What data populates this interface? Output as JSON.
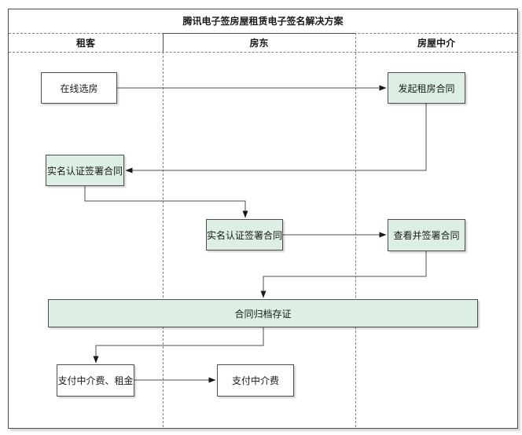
{
  "diagram": {
    "title": "腾讯电子签房屋租赁电子签名解决方案",
    "lanes": [
      {
        "label": "租客"
      },
      {
        "label": "房东"
      },
      {
        "label": "房屋中介"
      }
    ],
    "nodes": [
      {
        "id": "select-room",
        "label": "在线选房",
        "lane": "租客",
        "fill": "white"
      },
      {
        "id": "initiate-contract",
        "label": "发起租房合同",
        "lane": "房屋中介",
        "fill": "green"
      },
      {
        "id": "tenant-sign",
        "label": "实名认证签署合同",
        "lane": "租客",
        "fill": "green"
      },
      {
        "id": "landlord-sign",
        "label": "实名认证签署合同",
        "lane": "房东",
        "fill": "green"
      },
      {
        "id": "agency-sign",
        "label": "查看并签署合同",
        "lane": "房屋中介",
        "fill": "green"
      },
      {
        "id": "archive",
        "label": "合同归档存证",
        "lane": "全部",
        "fill": "green"
      },
      {
        "id": "tenant-pay",
        "label": "支付中介费、租金",
        "lane": "租客",
        "fill": "white"
      },
      {
        "id": "agency-fee-pay",
        "label": "支付中介费",
        "lane": "房东",
        "fill": "white"
      }
    ],
    "edges": [
      {
        "from": "select-room",
        "to": "initiate-contract"
      },
      {
        "from": "initiate-contract",
        "to": "tenant-sign"
      },
      {
        "from": "tenant-sign",
        "to": "landlord-sign"
      },
      {
        "from": "landlord-sign",
        "to": "agency-sign"
      },
      {
        "from": "agency-sign",
        "to": "archive"
      },
      {
        "from": "archive",
        "to": "tenant-pay"
      },
      {
        "from": "tenant-pay",
        "to": "agency-fee-pay"
      }
    ],
    "colors": {
      "node_green": "#ddefe4",
      "node_white": "#ffffff",
      "border": "#4d4d4d",
      "lane_divider": "#808080",
      "arrow": "#1a1a1a"
    }
  }
}
